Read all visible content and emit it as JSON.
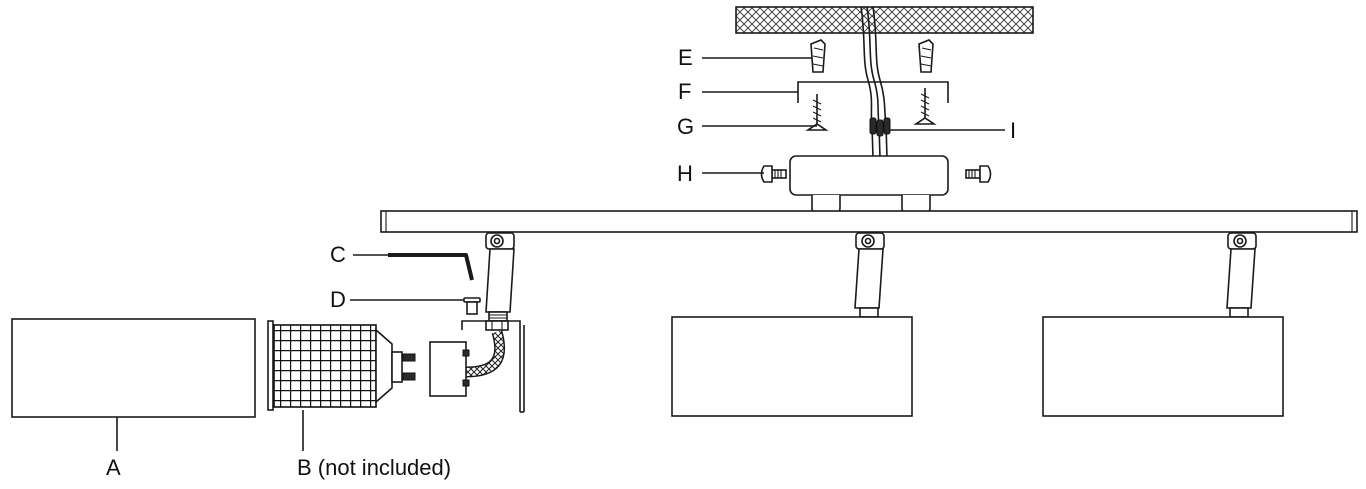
{
  "labels": {
    "A": "A",
    "B": "B (not included)",
    "C": "C",
    "D": "D",
    "E": "E",
    "F": "F",
    "G": "G",
    "H": "H",
    "I": "I"
  },
  "colors": {
    "line": "#1a1a1a",
    "fill": "#ffffff",
    "hatch": "#333333"
  }
}
